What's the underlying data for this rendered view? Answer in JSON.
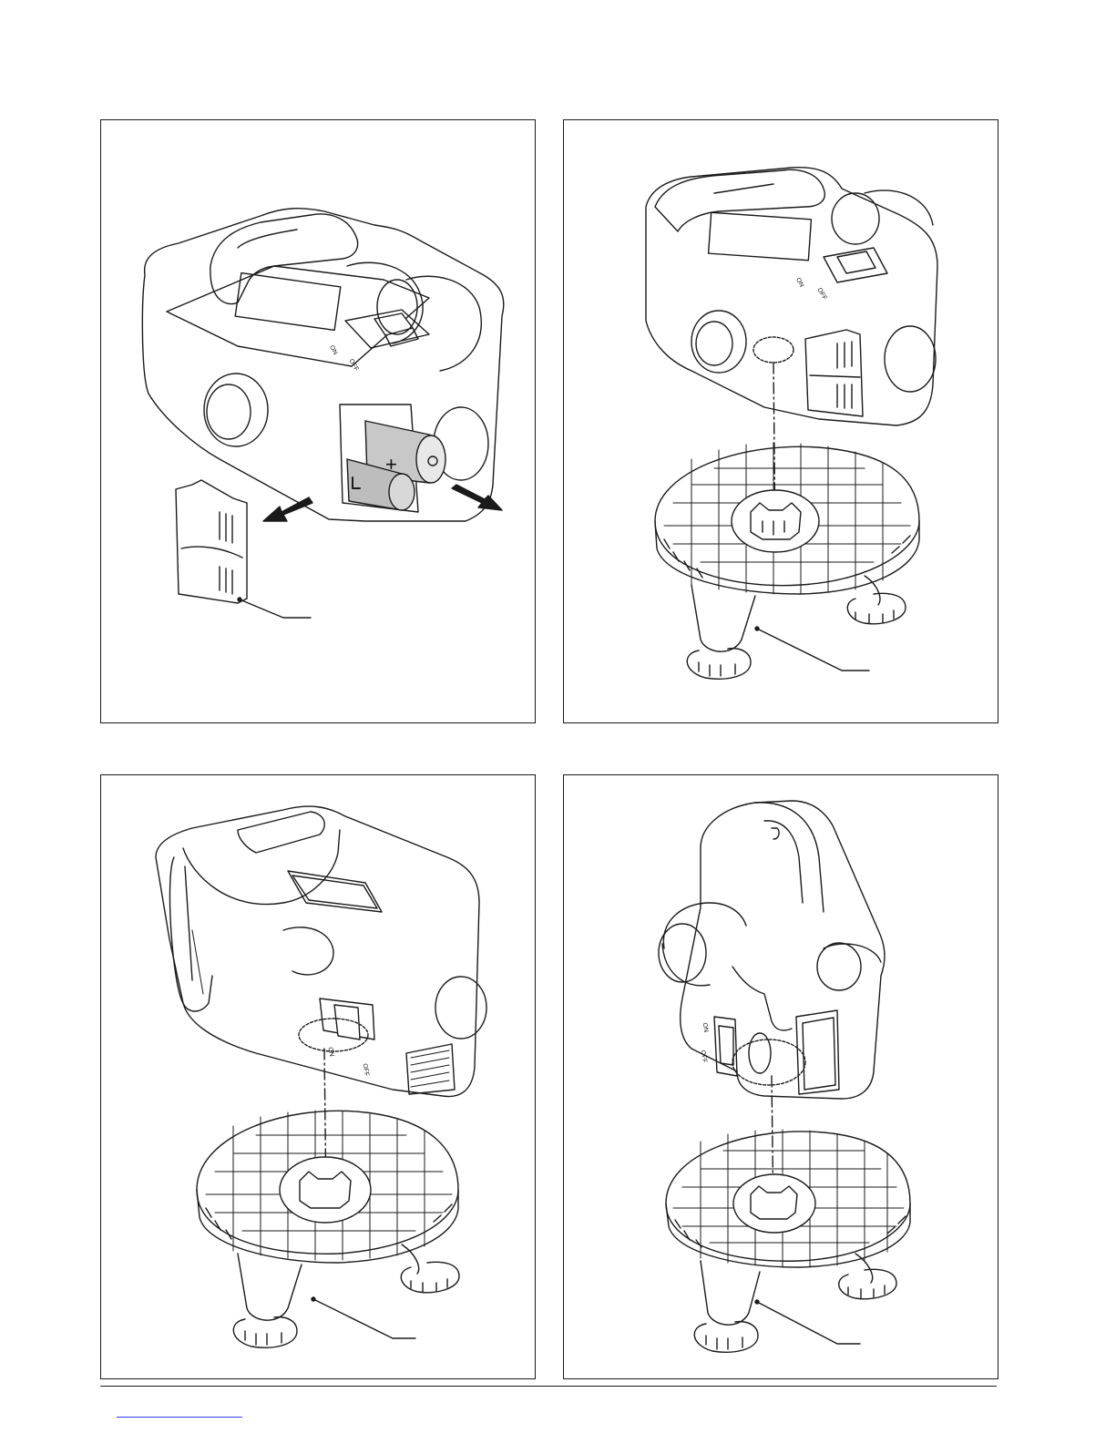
{
  "figures": [
    {
      "id": "panel-1",
      "switch_labels": {
        "on": "ON",
        "off": "OFF"
      },
      "battery_plus": "+",
      "battery_minus": "—"
    },
    {
      "id": "panel-2",
      "switch_labels": {
        "on": "ON",
        "off": "OFF"
      }
    },
    {
      "id": "panel-3",
      "switch_labels": {
        "on": "ON",
        "off": "OFF"
      }
    },
    {
      "id": "panel-4",
      "switch_labels": {
        "on": "ON",
        "off": "OFF"
      }
    }
  ],
  "colors": {
    "line": "#1a1a1a",
    "battery_fill": "#c8c8c8",
    "link": "#2f3dff"
  }
}
